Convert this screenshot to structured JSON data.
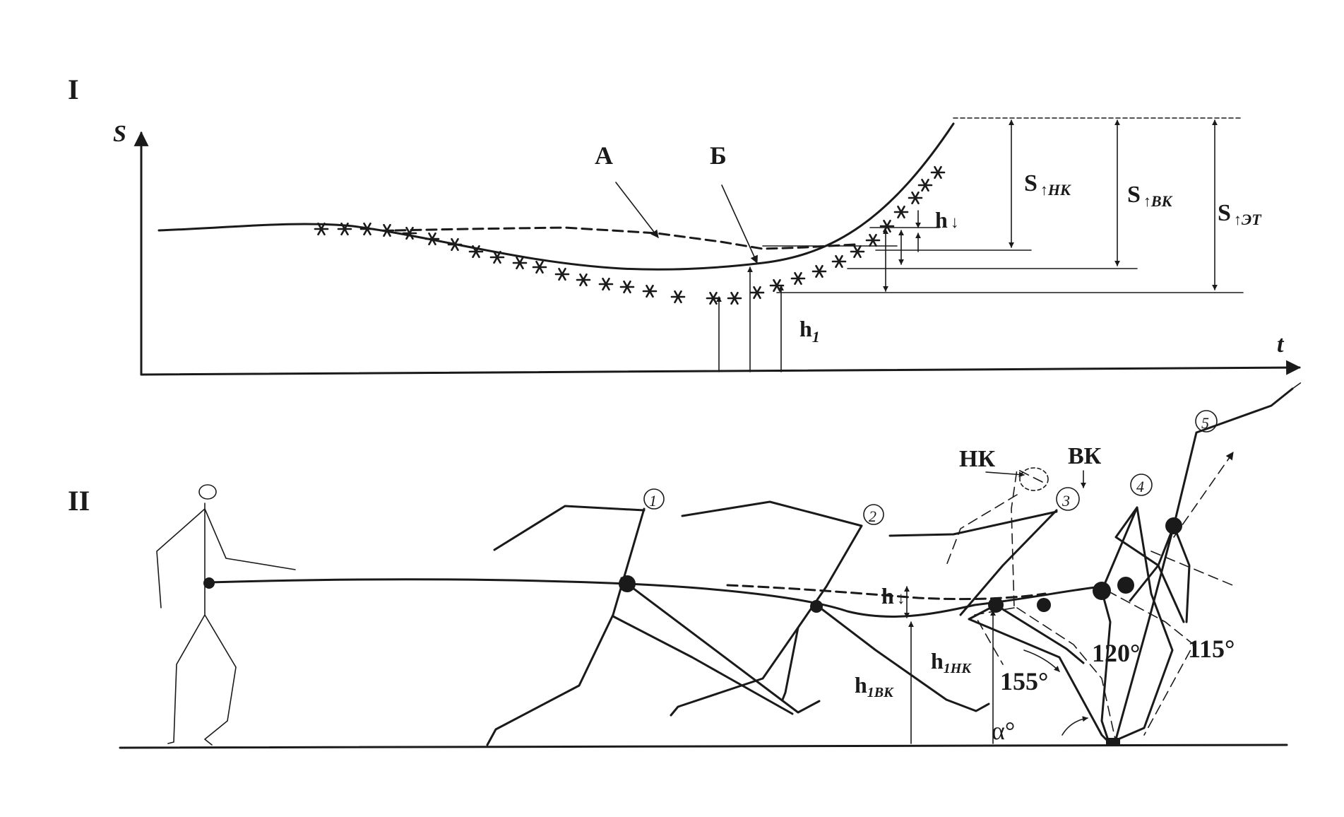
{
  "panel_top": {
    "roman": "I",
    "axis_y": "S",
    "axis_x": "t",
    "label_a": "А",
    "label_b": "Б",
    "h_down": "h",
    "h_down_arrow": "↓",
    "h1_main": "h",
    "h1_sub": "1",
    "s_nk_main": "S",
    "s_nk_sub": "↑НК",
    "s_vk_main": "S",
    "s_vk_sub": "↑ВК",
    "s_et_main": "S",
    "s_et_sub": "↑ЭТ"
  },
  "panel_bottom": {
    "roman": "II",
    "nk": "НК",
    "vk": "ВК",
    "pos1": "1",
    "pos2": "2",
    "pos3": "3",
    "pos4": "4",
    "pos5": "5",
    "h_down": "h",
    "h_down_arrow": "↓",
    "h1nk_main": "h",
    "h1nk_sub": "1НК",
    "h1vk_main": "h",
    "h1vk_sub": "1ВК",
    "angle_155": "155°",
    "angle_120": "120°",
    "angle_115": "115°",
    "angle_alpha": "α°"
  },
  "colors": {
    "ink": "#1a1a1a",
    "paper": "#ffffff"
  }
}
